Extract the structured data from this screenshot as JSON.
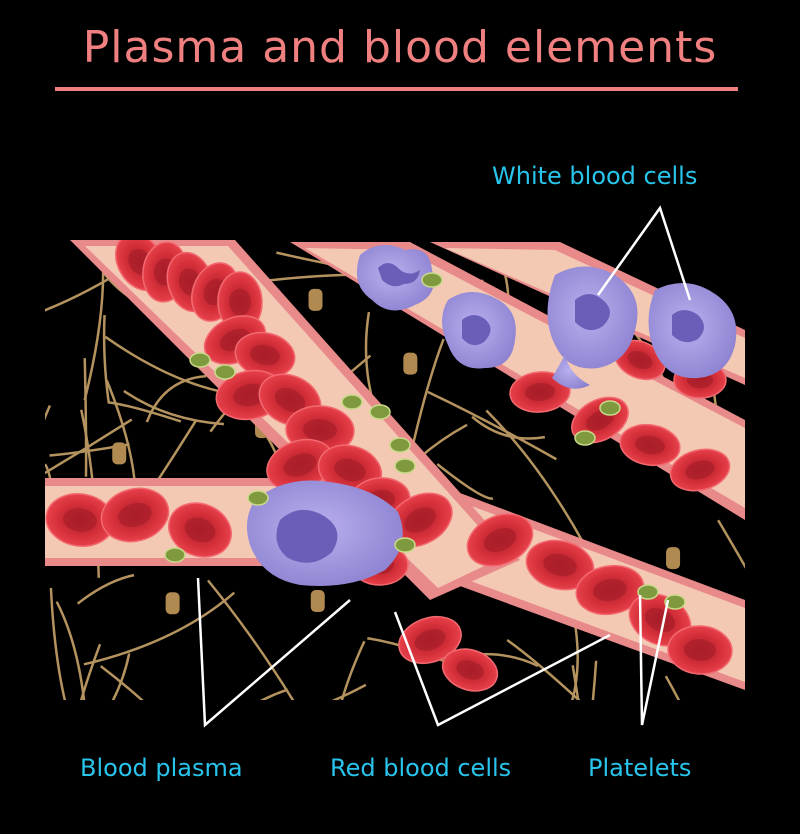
{
  "title": "Plasma and blood elements",
  "labels": {
    "white_blood_cells": "White blood cells",
    "blood_plasma": "Blood plasma",
    "red_blood_cells": "Red blood cells",
    "platelets": "Platelets"
  },
  "colors": {
    "background": "#000000",
    "title": "#f08080",
    "label": "#29c4ec",
    "plasma": "#f4c9b4",
    "vessel_wall": "#e88a8a",
    "red_cell": "#d6303a",
    "white_cell": "#9a8fd8",
    "platelet": "#7f9a3e",
    "fiber": "#c9a46a"
  }
}
